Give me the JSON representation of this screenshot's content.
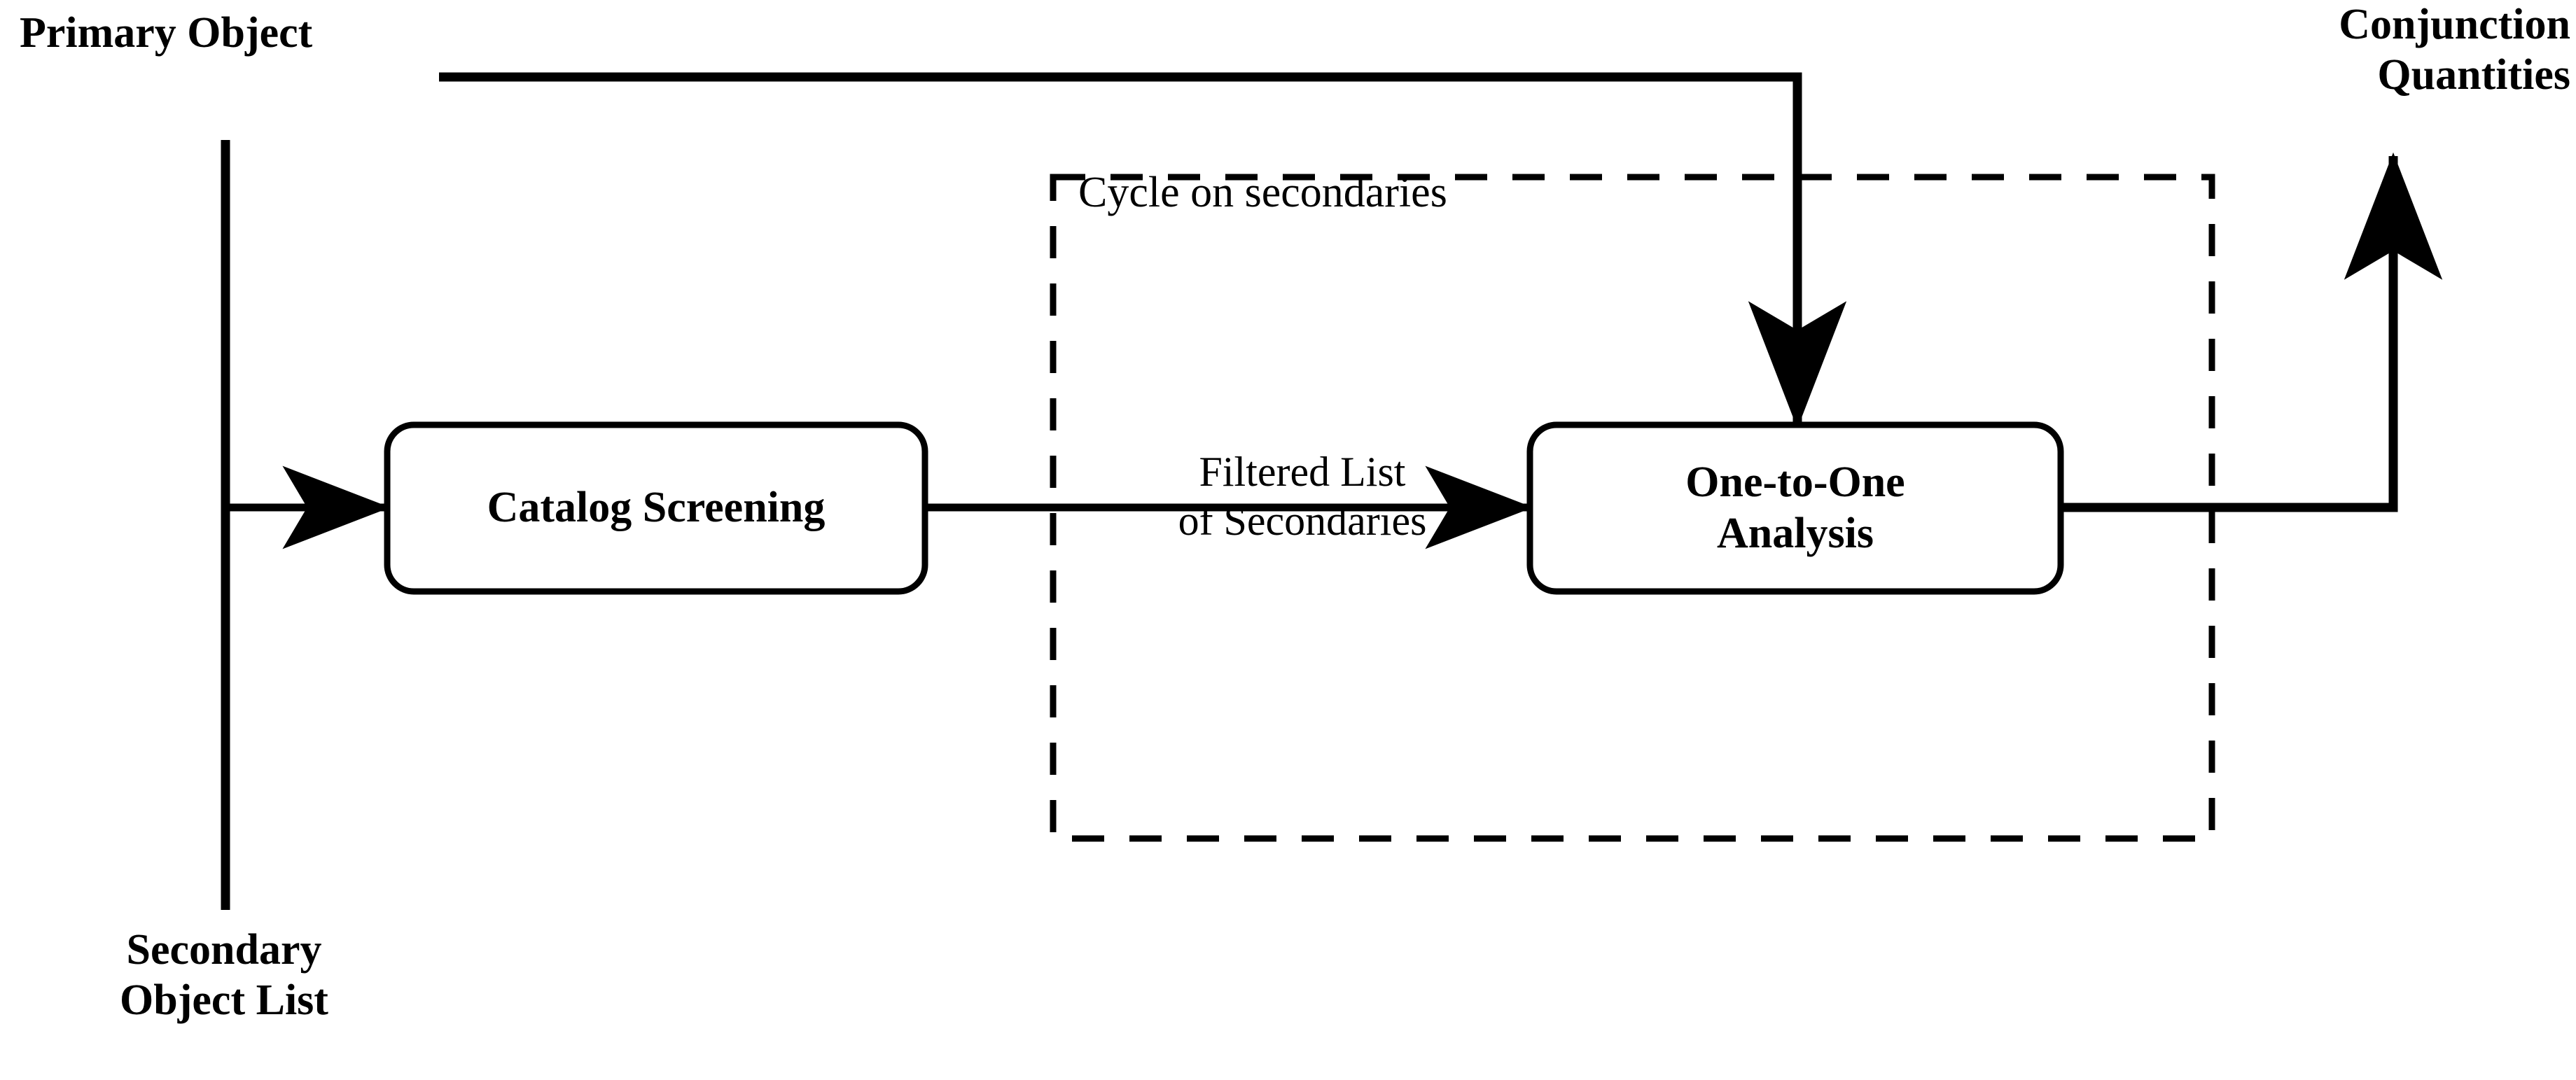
{
  "diagram": {
    "title_elements": {
      "primary_object": "Primary Object",
      "secondary_object_list": "Secondary\nObject List",
      "conjunction_quantities": "Conjunction\nQuantities"
    },
    "nodes": [
      {
        "id": "catalog-screening",
        "label": "Catalog Screening"
      },
      {
        "id": "one-to-one-analysis",
        "label": "One-to-One\nAnalysis"
      }
    ],
    "edge_labels": {
      "filtered_list": "Filtered List\nof Secondaries"
    },
    "group_label": "Cycle on secondaries",
    "colors": {
      "stroke": "#000000",
      "background": "#ffffff",
      "text": "#000000"
    }
  }
}
